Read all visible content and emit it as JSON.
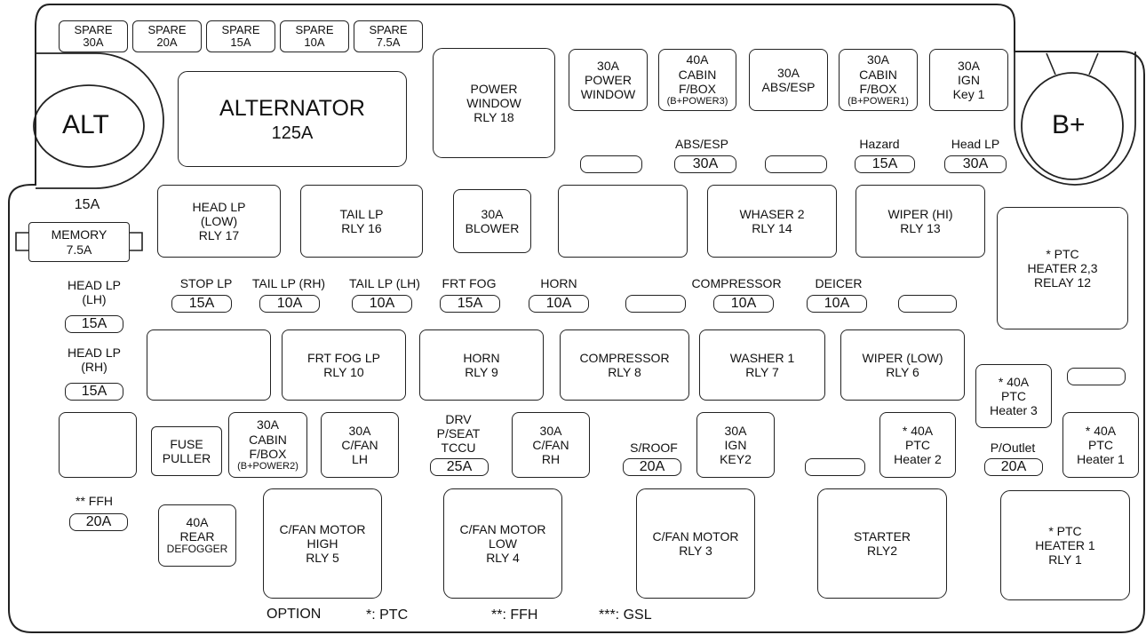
{
  "spares": [
    {
      "lines": [
        "SPARE",
        "30A"
      ]
    },
    {
      "lines": [
        "SPARE",
        "20A"
      ]
    },
    {
      "lines": [
        "SPARE",
        "15A"
      ]
    },
    {
      "lines": [
        "SPARE",
        "10A"
      ]
    },
    {
      "lines": [
        "SPARE",
        "7.5A"
      ]
    }
  ],
  "alt_label": "ALT",
  "bplus_label": "B+",
  "alternator": {
    "lines": [
      "ALTERNATOR",
      "125A"
    ]
  },
  "top_boxes": [
    {
      "id": "power-window-rly-18",
      "lines": [
        "POWER",
        "WINDOW",
        "RLY 18"
      ]
    },
    {
      "id": "power-window-30a",
      "lines": [
        "30A",
        "POWER",
        "WINDOW"
      ]
    },
    {
      "id": "cabin-fbox-power3",
      "lines": [
        "40A",
        "CABIN",
        "F/BOX"
      ],
      "small": "(B+POWER3)"
    },
    {
      "id": "abs-esp-30a",
      "lines": [
        "30A",
        "ABS/ESP"
      ]
    },
    {
      "id": "cabin-fbox-power1",
      "lines": [
        "30A",
        "CABIN",
        "F/BOX"
      ],
      "small": "(B+POWER1)"
    },
    {
      "id": "ign-key1-30a",
      "lines": [
        "30A",
        "IGN",
        "Key 1"
      ]
    }
  ],
  "top_fuses": {
    "abs_esp": {
      "label": "ABS/ESP",
      "value": "30A"
    },
    "hazard": {
      "label": "Hazard",
      "value": "15A"
    },
    "head_lp": {
      "label": "Head LP",
      "value": "30A"
    }
  },
  "row1_relays": [
    {
      "id": "head-lp-low-rly-17",
      "lines": [
        "HEAD LP",
        "(LOW)",
        "RLY 17"
      ]
    },
    {
      "id": "tail-lp-rly-16",
      "lines": [
        "TAIL LP",
        "RLY 16"
      ]
    },
    {
      "id": "blower-30a",
      "lines": [
        "30A",
        "BLOWER"
      ]
    },
    {
      "id": "empty-relay-1",
      "lines": []
    },
    {
      "id": "whaser2-rly-14",
      "lines": [
        "WHASER 2",
        "RLY 14"
      ]
    },
    {
      "id": "wiper-hi-rly-13",
      "lines": [
        "WIPER (HI)",
        "RLY 13"
      ]
    }
  ],
  "memory": {
    "top": "15A",
    "lines": [
      "MEMORY",
      "7.5A"
    ]
  },
  "ptc_relay12": {
    "lines": [
      "* PTC",
      "HEATER 2,3",
      "RELAY 12"
    ]
  },
  "left_fuses": {
    "head_lh": {
      "lines": [
        "HEAD LP",
        "(LH)"
      ],
      "value": "15A"
    },
    "head_rh": {
      "lines": [
        "HEAD LP",
        "(RH)"
      ],
      "value": "15A"
    }
  },
  "mid_fuses": [
    {
      "id": "stop-lp",
      "label": "STOP LP",
      "value": "15A"
    },
    {
      "id": "tail-lp-rh",
      "label": "TAIL LP (RH)",
      "value": "10A"
    },
    {
      "id": "tail-lp-lh",
      "label": "TAIL LP (LH)",
      "value": "10A"
    },
    {
      "id": "frt-fog",
      "label": "FRT FOG",
      "value": "15A"
    },
    {
      "id": "horn",
      "label": "HORN",
      "value": "10A"
    },
    {
      "id": "empty-1",
      "label": "",
      "value": ""
    },
    {
      "id": "compressor",
      "label": "COMPRESSOR",
      "value": "10A"
    },
    {
      "id": "deicer",
      "label": "DEICER",
      "value": "10A"
    },
    {
      "id": "empty-2",
      "label": "",
      "value": ""
    }
  ],
  "row2_relays": [
    {
      "id": "empty-relay-2",
      "lines": []
    },
    {
      "id": "frt-fog-lp-rly-10",
      "lines": [
        "FRT FOG LP",
        "RLY 10"
      ]
    },
    {
      "id": "horn-rly-9",
      "lines": [
        "HORN",
        "RLY 9"
      ]
    },
    {
      "id": "compressor-rly-8",
      "lines": [
        "COMPRESSOR",
        "RLY 8"
      ]
    },
    {
      "id": "washer1-rly-7",
      "lines": [
        "WASHER 1",
        "RLY 7"
      ]
    },
    {
      "id": "wiper-low-rly-6",
      "lines": [
        "WIPER (LOW)",
        "RLY 6"
      ]
    }
  ],
  "ptc_heater3": {
    "lines": [
      "* 40A",
      "PTC",
      "Heater 3"
    ]
  },
  "row3": [
    {
      "id": "empty-box-3",
      "lines": []
    },
    {
      "id": "fuse-puller",
      "lines": [
        "FUSE",
        "PULLER"
      ]
    },
    {
      "id": "cabin-fbox-power2",
      "lines": [
        "30A",
        "CABIN",
        "F/BOX"
      ],
      "small": "(B+POWER2)"
    },
    {
      "id": "cfan-lh-30a",
      "lines": [
        "30A",
        "C/FAN",
        "LH"
      ]
    },
    {
      "id": "cfan-rh-30a",
      "lines": [
        "30A",
        "C/FAN",
        "RH"
      ]
    },
    {
      "id": "ign-key2-30a",
      "lines": [
        "30A",
        "IGN",
        "KEY2"
      ]
    },
    {
      "id": "ptc-heater2",
      "lines": [
        "* 40A",
        "PTC",
        "Heater 2"
      ]
    },
    {
      "id": "ptc-heater1",
      "lines": [
        "* 40A",
        "PTC",
        "Heater 1"
      ]
    }
  ],
  "drv_seat": {
    "lines": [
      "DRV",
      "P/SEAT",
      "TCCU"
    ],
    "value": "25A"
  },
  "sroof": {
    "label": "S/ROOF",
    "value": "20A"
  },
  "poutlet": {
    "label": "P/Outlet",
    "value": "20A"
  },
  "ffh": {
    "label": "** FFH",
    "value": "20A"
  },
  "rear_defogger": {
    "lines": [
      "40A",
      "REAR"
    ],
    "small": "DEFOGGER"
  },
  "bottom_relays": [
    {
      "id": "cfan-motor-high-rly-5",
      "lines": [
        "C/FAN MOTOR",
        "HIGH",
        "RLY 5"
      ]
    },
    {
      "id": "cfan-motor-low-rly-4",
      "lines": [
        "C/FAN MOTOR",
        "LOW",
        "RLY 4"
      ]
    },
    {
      "id": "cfan-motor-rly-3",
      "lines": [
        "C/FAN MOTOR",
        "RLY 3"
      ]
    },
    {
      "id": "starter-rly2",
      "lines": [
        "STARTER",
        "RLY2"
      ]
    },
    {
      "id": "ptc-heater1-rly-1",
      "lines": [
        "* PTC",
        "HEATER 1",
        "RLY 1"
      ]
    }
  ],
  "legend": {
    "option": "OPTION",
    "ptc": "*: PTC",
    "ffh": "**: FFH",
    "gsl": "***: GSL"
  }
}
